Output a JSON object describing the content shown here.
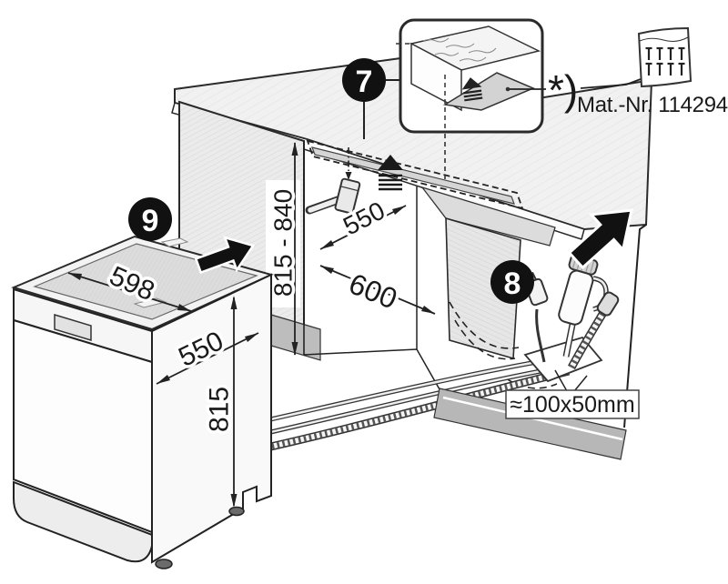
{
  "diagram": {
    "description": "Dishwasher built-under installation diagram",
    "colors": {
      "line": "#222222",
      "badge_bg": "#111111",
      "badge_fg": "#ffffff",
      "panel_fill": "#ebebeb",
      "counter_fill": "#f1f1f1",
      "plate_fill": "#d5d5d5",
      "plinth_fill": "#b7b7b7",
      "arrow_fill": "#111111"
    },
    "badges": {
      "step7": "7",
      "step8": "8",
      "step9": "9"
    },
    "niche": {
      "height_range": "815 - 840",
      "depth": "550",
      "width": "600"
    },
    "dishwasher": {
      "width": "598",
      "depth": "550",
      "height": "815"
    },
    "cutout": {
      "size": "≈100x50mm"
    },
    "footnote": {
      "marker": "*)",
      "material_number": "Mat.-Nr. 114294"
    },
    "icons": {
      "sachet": "screw-sachet-icon",
      "hammer": "hammer-icon",
      "mount_plate": "mount-direction-arrow-icon",
      "insert": "insert-direction-arrow-icon",
      "push": "push-direction-arrow-icon",
      "plug": "power-plug-icon",
      "aquastop": "aquastop-valve-icon",
      "drain_hose": "drain-hose-icon"
    }
  }
}
